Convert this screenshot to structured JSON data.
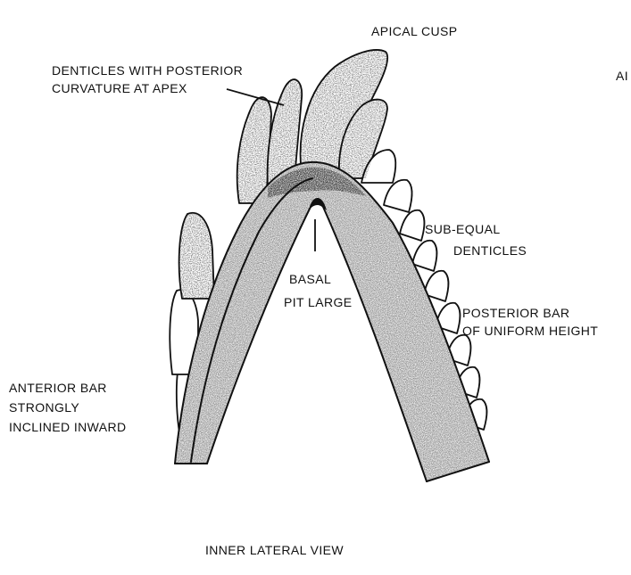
{
  "labels": {
    "apical_cusp": "APICAL CUSP",
    "truncated_right": "AI",
    "denticles_curvature_line1": "DENTICLES WITH POSTERIOR",
    "denticles_curvature_line2": "CURVATURE AT APEX",
    "sub_equal_line1": "SUB-EQUAL",
    "sub_equal_line2": "DENTICLES",
    "basal_pit_line1": "BASAL",
    "basal_pit_line2": "PIT LARGE",
    "posterior_bar_line1": "POSTERIOR BAR",
    "posterior_bar_line2": "OF UNIFORM HEIGHT",
    "anterior_bar_line1": "ANTERIOR BAR",
    "anterior_bar_line2": "STRONGLY",
    "anterior_bar_line3": "INCLINED INWARD",
    "view_title": "INNER LATERAL VIEW"
  }
}
